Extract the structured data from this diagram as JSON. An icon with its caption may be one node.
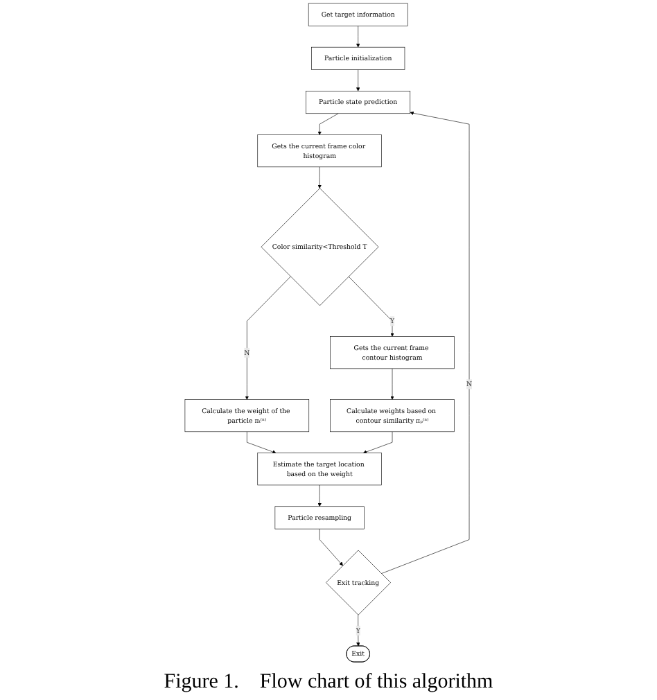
{
  "diagram": {
    "caption": "Figure 1.    Flow chart of this algorithm",
    "nodes": [
      {
        "text": [
          "Get target information"
        ]
      },
      {
        "text": [
          "Particle initialization"
        ]
      },
      {
        "text": [
          "Particle state prediction"
        ]
      },
      {
        "text": [
          "Gets the current frame color histogram"
        ]
      },
      {
        "text": [
          "Color similarity<Threshold T"
        ]
      },
      {
        "text": [
          "Calculate the weight of the particle πₜ⁽ⁿ⁾"
        ]
      },
      {
        "text": [
          "Gets the current frame contour histogram"
        ]
      },
      {
        "text": [
          "Estimate the target location based on the weight"
        ]
      },
      {
        "text": [
          "Calculate weights based on contour similarity πₚ⁽ⁿ⁾"
        ]
      },
      {
        "text": [
          "Particle resampling"
        ]
      },
      {
        "text": [
          "Exit tracking"
        ]
      },
      {
        "text": [
          "Exit"
        ]
      }
    ],
    "edges": [
      {
        "from": 0,
        "to": 1,
        "arrow": "to"
      },
      {
        "from": 1,
        "to": 2,
        "arrow": "to"
      },
      {
        "from": 2,
        "to": 3,
        "arrow": "to"
      },
      {
        "from": 3,
        "to": 4,
        "arrow": "to"
      },
      {
        "from": 4,
        "to": 5,
        "arrow": "to",
        "label": "N"
      },
      {
        "from": 4,
        "to": 6,
        "arrow": "to",
        "label": "Y"
      },
      {
        "from": 5,
        "to": 7,
        "arrow": "to"
      },
      {
        "from": 6,
        "to": 8,
        "arrow": "to"
      },
      {
        "from": 8,
        "to": 7,
        "arrow": "to"
      },
      {
        "from": 7,
        "to": 9,
        "arrow": "to"
      },
      {
        "from": 9,
        "to": 10,
        "arrow": "to"
      },
      {
        "from": 10,
        "to": 2,
        "arrow": "to",
        "label": "N"
      },
      {
        "from": 10,
        "to": 11,
        "arrow": "to",
        "label": "Y"
      }
    ]
  }
}
